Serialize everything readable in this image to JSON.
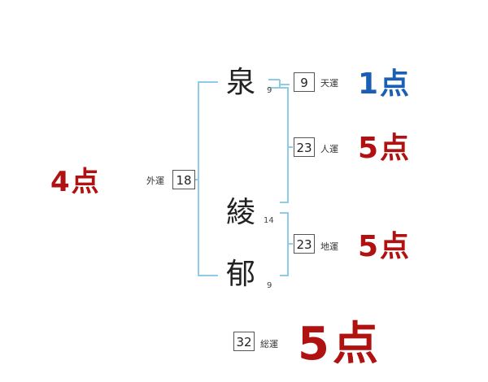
{
  "name_chars": [
    {
      "char": "泉",
      "strokes": "9"
    },
    {
      "char": "綾",
      "strokes": "14"
    },
    {
      "char": "郁",
      "strokes": "9"
    }
  ],
  "fortunes": {
    "ten": {
      "value": "9",
      "label": "天運",
      "score": "1点"
    },
    "jin": {
      "value": "23",
      "label": "人運",
      "score": "5点"
    },
    "chi": {
      "value": "23",
      "label": "地運",
      "score": "5点"
    },
    "gai": {
      "value": "18",
      "label": "外運",
      "score": "4点"
    },
    "total": {
      "value": "32",
      "label": "総運",
      "score": "5点"
    }
  },
  "colors": {
    "bracket": "#8fcbe6",
    "score_red": "#b01212",
    "score_blue": "#1a5fb4"
  }
}
